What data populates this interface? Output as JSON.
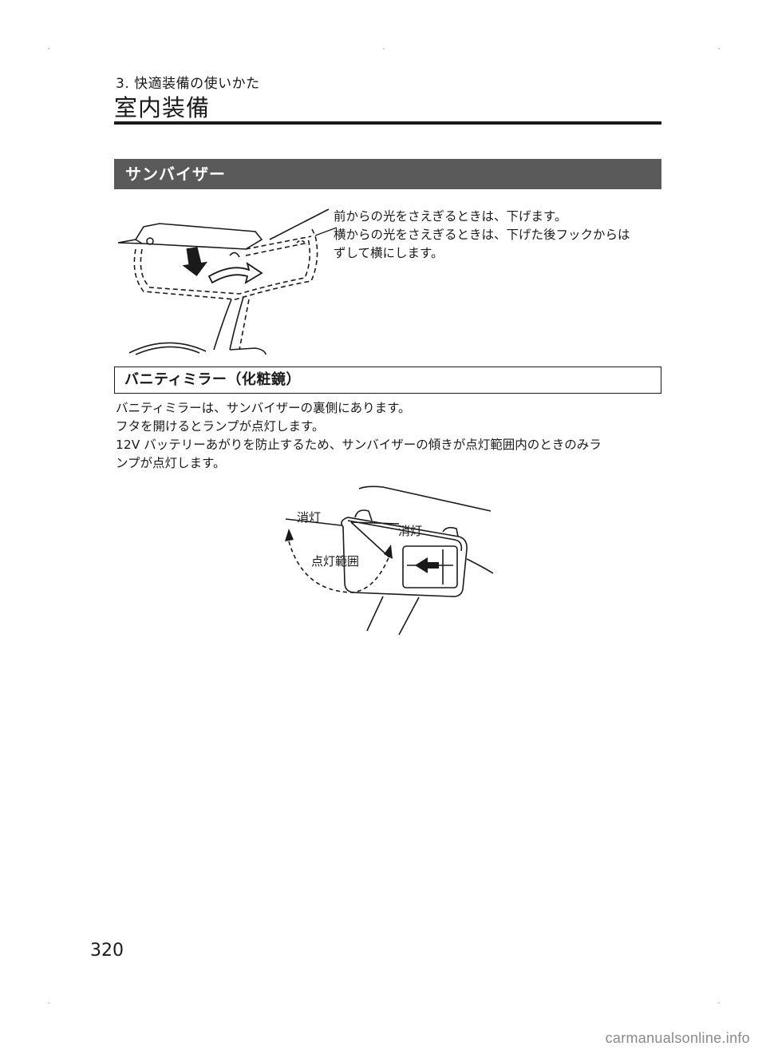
{
  "header": {
    "chapter": "3. 快適装備の使いかた",
    "title": "室内装備"
  },
  "sun_visor": {
    "heading": "サンバイザー",
    "callout_lines": [
      "前からの光をさえぎるときは、下げます。",
      "横からの光をさえぎるときは、下げた後フックからは",
      "ずして横にします。"
    ]
  },
  "vanity_mirror": {
    "heading": "バニティミラー（化粧鏡）",
    "body_lines": [
      "バニティミラーは、サンバイザーの裏側にあります。",
      "フタを開けるとランプが点灯します。",
      "12V バッテリーあがりを防止するため、サンバイザーの傾きが点灯範囲内のときのみラ",
      "ンプが点灯します。"
    ],
    "figure_labels": {
      "off_left": "消灯",
      "off_right": "消灯",
      "on_range": "点灯範囲"
    }
  },
  "footer": {
    "page_number": "320",
    "watermark": "carmanualsonline.info"
  }
}
